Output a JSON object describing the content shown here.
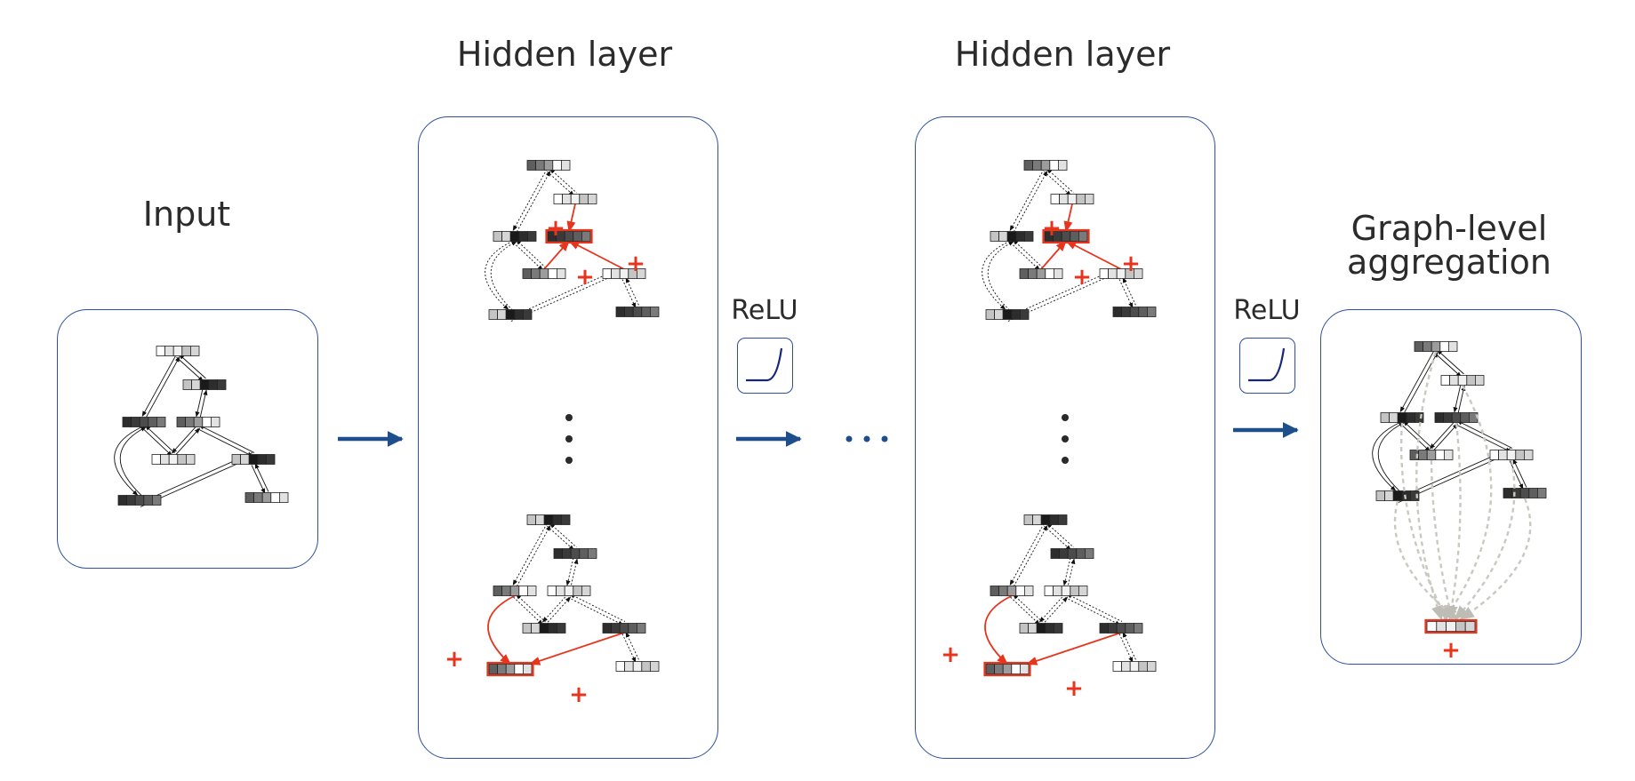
{
  "labels": {
    "input": "Input",
    "hidden1": "Hidden layer",
    "hidden2": "Hidden layer",
    "aggregation_line1": "Graph-level",
    "aggregation_line2": "aggregation",
    "relu1": "ReLU",
    "relu2": "ReLU"
  },
  "colors": {
    "panel_border": "#2c4f9e",
    "arrow": "#1f4e8c",
    "highlight": "#e8341c",
    "aggregation_edge": "#c9c9c2",
    "node_stroke": "#222222"
  },
  "symbols": {
    "plus": "+",
    "ellipsis": "⋮",
    "continuation": "• • •"
  }
}
